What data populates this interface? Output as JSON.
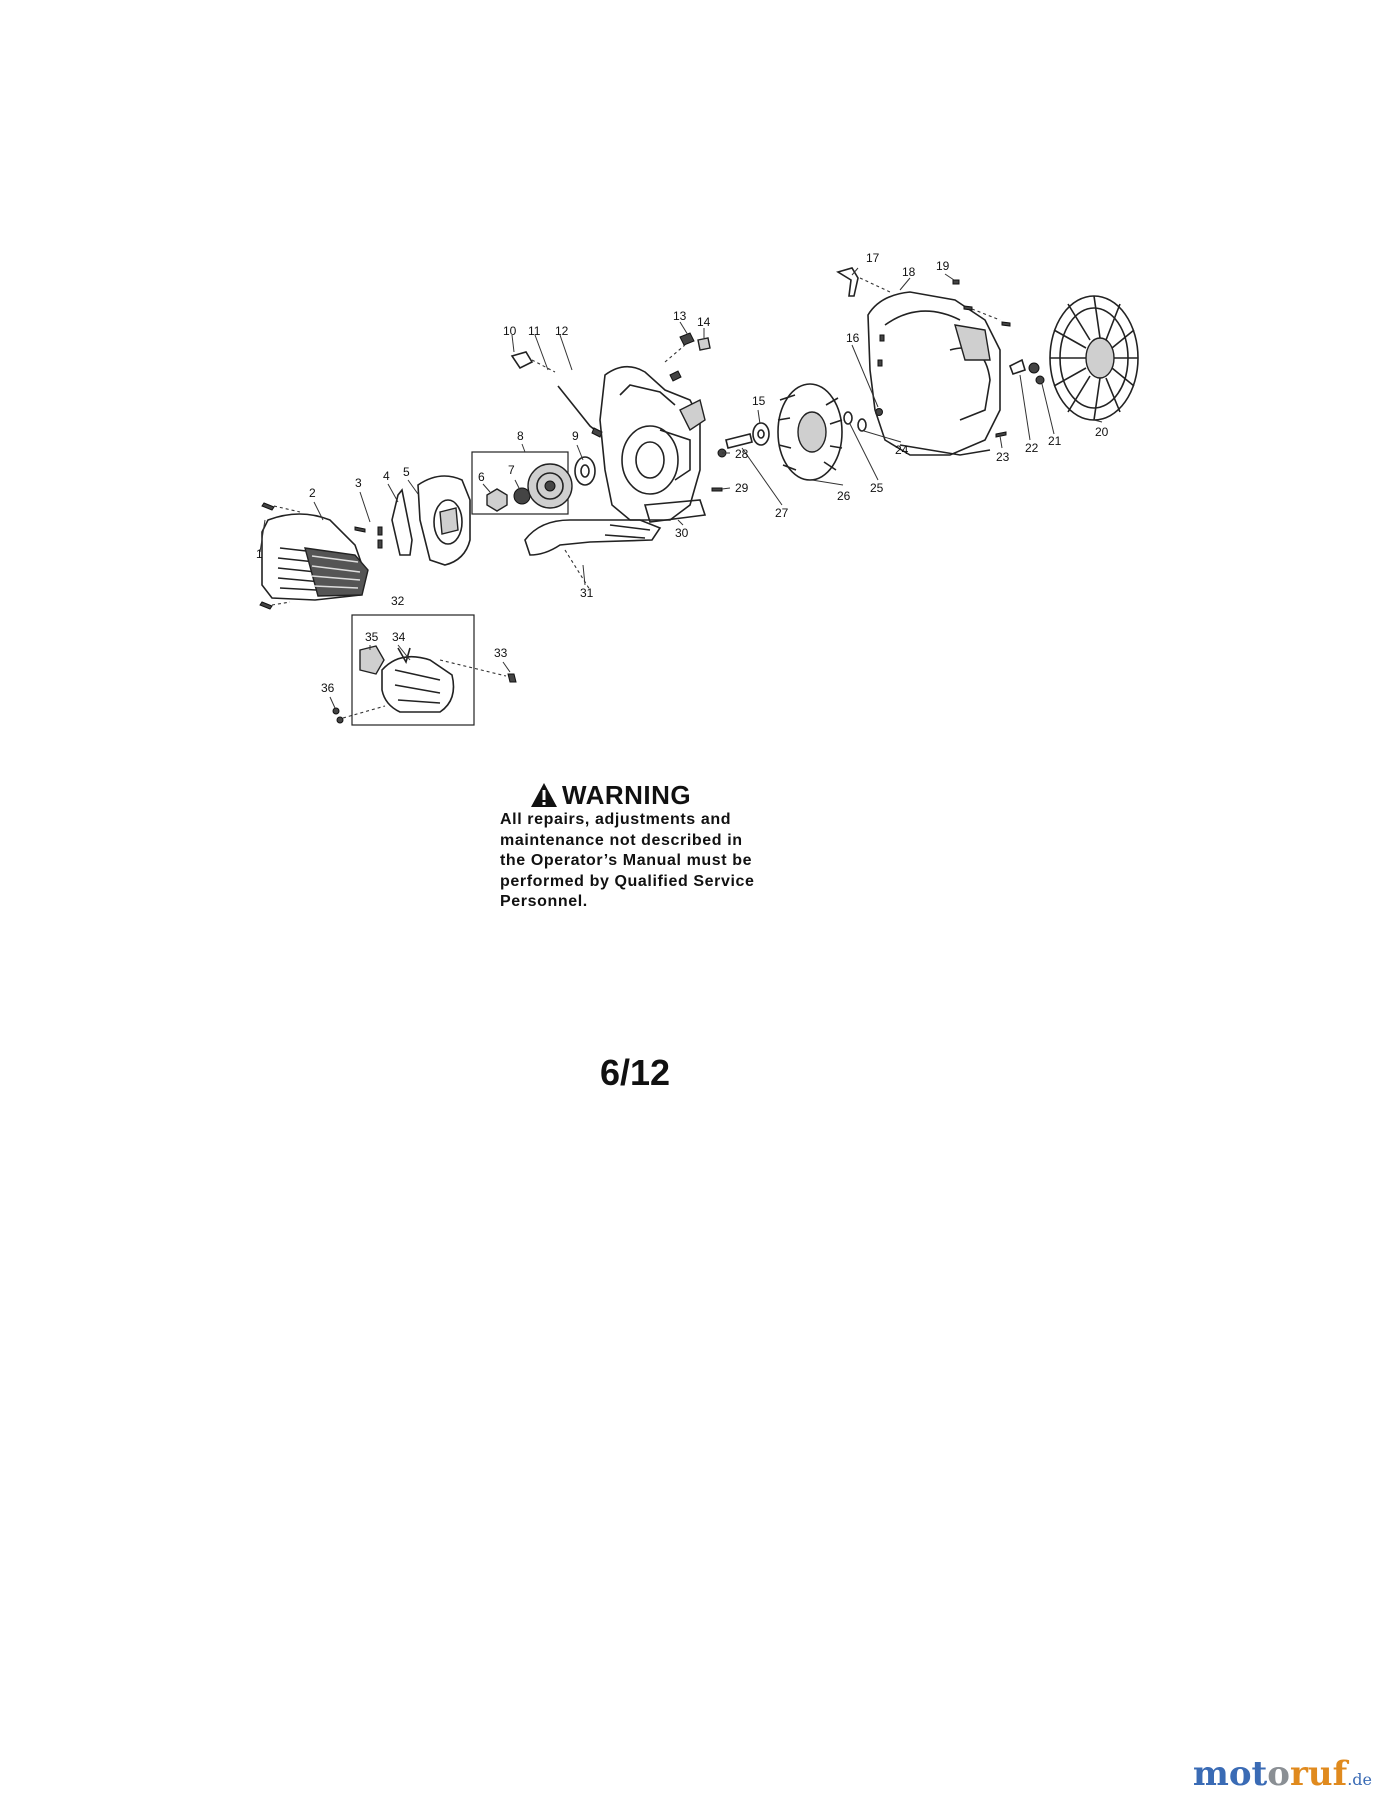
{
  "diagram": {
    "callouts": [
      "1",
      "2",
      "3",
      "4",
      "5",
      "6",
      "7",
      "8",
      "9",
      "10",
      "11",
      "12",
      "13",
      "14",
      "15",
      "16",
      "17",
      "18",
      "19",
      "20",
      "21",
      "22",
      "23",
      "24",
      "25",
      "26",
      "27",
      "28",
      "29",
      "30",
      "31",
      "32",
      "33",
      "34",
      "35",
      "36"
    ]
  },
  "warning": {
    "icon": "warning-triangle-icon",
    "title": "WARNING",
    "body": "All repairs, adjustments and\nmaintenance not described in\nthe Operator’s Manual must be\nperformed by Qualified Service\nPersonnel."
  },
  "page_number": "6/12",
  "watermark": {
    "part1": "mot",
    "part2": "o",
    "part3": "ruf",
    "part4": ".de"
  }
}
